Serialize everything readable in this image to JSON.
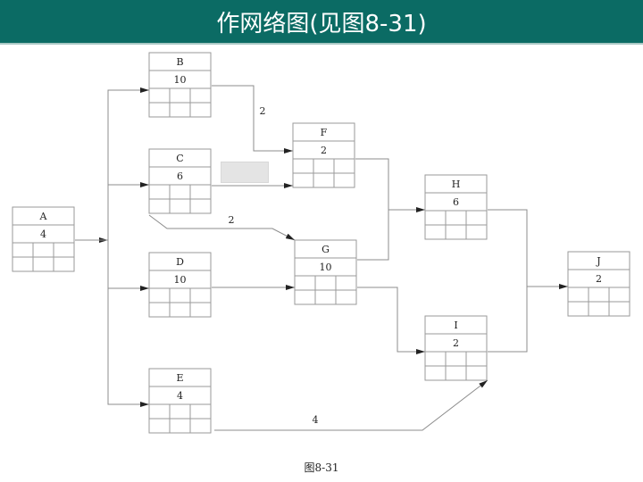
{
  "header": {
    "title": "作网络图(见图8-31)"
  },
  "caption": "图8-31",
  "accent_color": "#0b6b64",
  "nodes": [
    {
      "id": "A",
      "name": "A",
      "duration": "4"
    },
    {
      "id": "B",
      "name": "B",
      "duration": "10"
    },
    {
      "id": "C",
      "name": "C",
      "duration": "6"
    },
    {
      "id": "D",
      "name": "D",
      "duration": "10"
    },
    {
      "id": "E",
      "name": "E",
      "duration": "4"
    },
    {
      "id": "F",
      "name": "F",
      "duration": "2"
    },
    {
      "id": "G",
      "name": "G",
      "duration": "10"
    },
    {
      "id": "H",
      "name": "H",
      "duration": "6"
    },
    {
      "id": "I",
      "name": "I",
      "duration": "2"
    },
    {
      "id": "J",
      "name": "J",
      "duration": "2"
    }
  ],
  "edges": [
    {
      "from": "A",
      "to": "B",
      "label": ""
    },
    {
      "from": "A",
      "to": "C",
      "label": ""
    },
    {
      "from": "A",
      "to": "D",
      "label": ""
    },
    {
      "from": "A",
      "to": "E",
      "label": ""
    },
    {
      "from": "B",
      "to": "F",
      "label": "2"
    },
    {
      "from": "C",
      "to": "F",
      "label": ""
    },
    {
      "from": "C",
      "to": "G",
      "label": "2"
    },
    {
      "from": "D",
      "to": "G",
      "label": ""
    },
    {
      "from": "E",
      "to": "I",
      "label": "4"
    },
    {
      "from": "F",
      "to": "H",
      "label": ""
    },
    {
      "from": "G",
      "to": "H",
      "label": ""
    },
    {
      "from": "G",
      "to": "I",
      "label": ""
    },
    {
      "from": "H",
      "to": "J",
      "label": ""
    },
    {
      "from": "I",
      "to": "J",
      "label": ""
    }
  ]
}
